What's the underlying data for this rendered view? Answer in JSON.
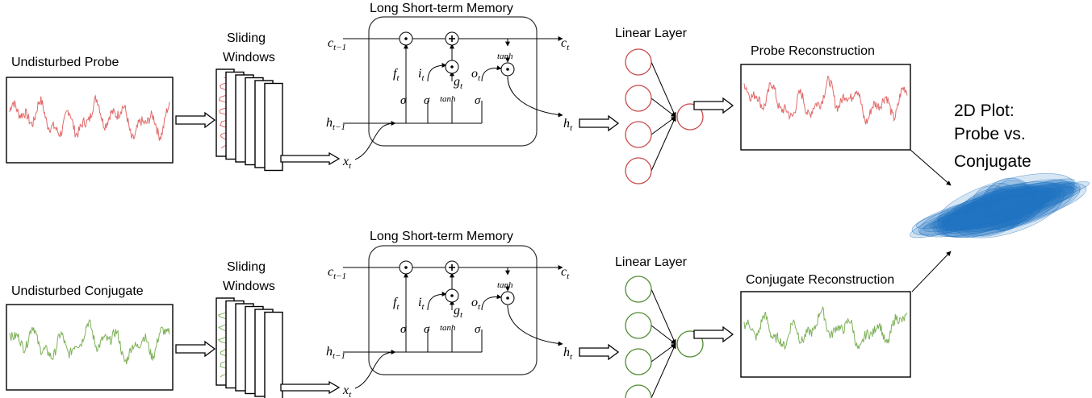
{
  "colors": {
    "probe": "#e26a6a",
    "conjugate": "#7fb15a",
    "probe_node": "#c94a4a",
    "conjugate_node": "#4f8a32",
    "cloud": "#1f73c2"
  },
  "top": {
    "input_label": "Undisturbed Probe",
    "windows_label_1": "Sliding",
    "windows_label_2": "Windows",
    "lstm_title": "Long Short-term Memory",
    "linear_label": "Linear Layer",
    "output_label": "Probe Reconstruction"
  },
  "bottom": {
    "input_label": "Undisturbed Conjugate",
    "windows_label_1": "Sliding",
    "windows_label_2": "Windows",
    "lstm_title": "Long Short-term Memory",
    "linear_label": "Linear Layer",
    "output_label": "Conjugate Reconstruction"
  },
  "plot": {
    "line1": "2D Plot:",
    "line2": "Probe vs.",
    "line3": "Conjugate"
  },
  "lstm_symbols": {
    "c_prev": "c",
    "c_prev_sub": "t−1",
    "c_out": "c",
    "c_out_sub": "t",
    "h_prev": "h",
    "h_prev_sub": "t−1",
    "h_out": "h",
    "h_out_sub": "t",
    "x": "x",
    "x_sub": "t",
    "f": "f",
    "f_sub": "t",
    "i": "i",
    "i_sub": "t",
    "g": "g",
    "g_sub": "t",
    "o": "o",
    "o_sub": "t",
    "sigma": "σ",
    "tanh": "tanh",
    "mult": "⊙",
    "plus": "+"
  }
}
